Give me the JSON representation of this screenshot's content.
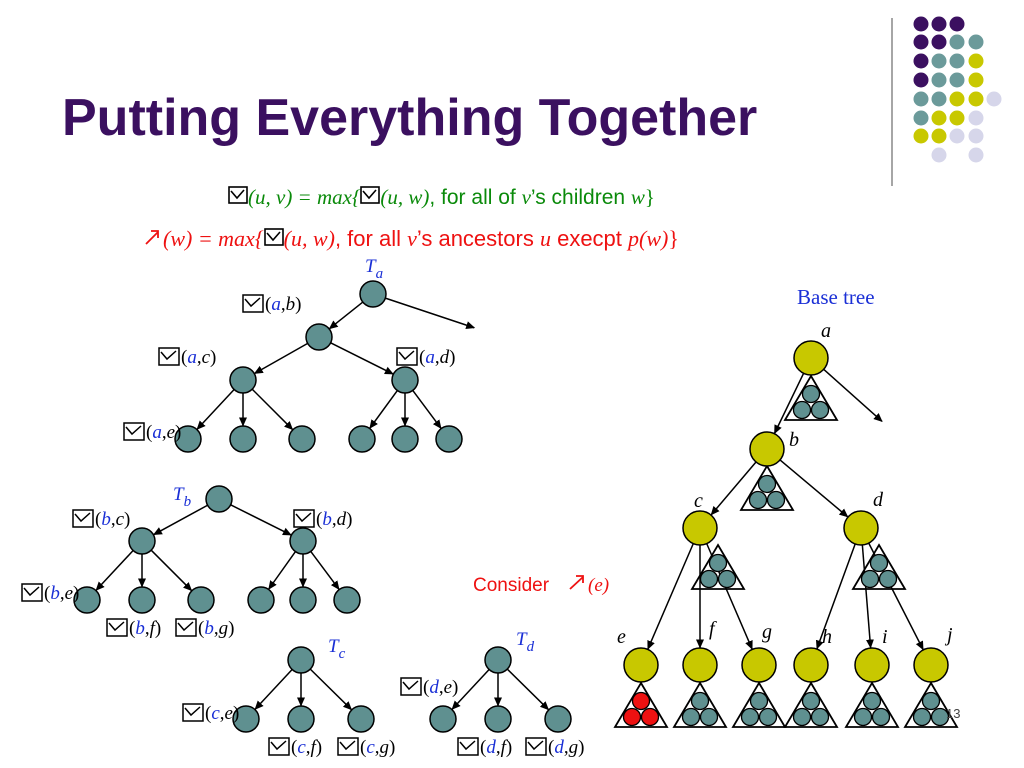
{
  "title": "Putting Everything Together",
  "colors": {
    "title": "#3b1060",
    "node_teal": "#5f9090",
    "node_yellow": "#c8c800",
    "node_red": "#ee1111",
    "formula_green": "#0a8a0a",
    "formula_red": "#ee1111",
    "label_blue": "#1a2fd6",
    "deco_purple": "#3b1060",
    "deco_teal": "#6b9a9a",
    "deco_yellow": "#c8c800",
    "deco_lavender": "#d6d6ea"
  },
  "formula1": {
    "lhs": "(u, v) = max{",
    "mid": "(u, w)",
    "text": ", for all of ",
    "v": "v",
    "poss": "’s children ",
    "w": "w",
    "close": "}"
  },
  "formula2": {
    "lhs": "(w) = max{",
    "mid": "(u, w)",
    "text": ", for all ",
    "v": "v",
    "poss": "’s ancestors ",
    "u": "u",
    "text2": " execpt ",
    "pw": "p(w)",
    "close": "}"
  },
  "trees": {
    "ta": {
      "T": "T",
      "sub": "a"
    },
    "tb": {
      "T": "T",
      "sub": "b"
    },
    "tc": {
      "T": "T",
      "sub": "c"
    },
    "td": {
      "T": "T",
      "sub": "d"
    }
  },
  "pair_labels": {
    "ab": [
      "a",
      "b"
    ],
    "ac": [
      "a",
      "c"
    ],
    "ad": [
      "a",
      "d"
    ],
    "ae": [
      "a",
      "e"
    ],
    "bc": [
      "b",
      "c"
    ],
    "bd": [
      "b",
      "d"
    ],
    "be": [
      "b",
      "e"
    ],
    "bf": [
      "b",
      "f"
    ],
    "bg": [
      "b",
      "g"
    ],
    "ce": [
      "c",
      "e"
    ],
    "cf": [
      "c",
      "f"
    ],
    "cg": [
      "c",
      "g"
    ],
    "de": [
      "d",
      "e"
    ],
    "df": [
      "d",
      "f"
    ],
    "dg": [
      "d",
      "g"
    ]
  },
  "base_tree": {
    "title": "Base tree",
    "node_labels": {
      "a": "a",
      "b": "b",
      "c": "c",
      "d": "d",
      "e": "e",
      "f": "f",
      "g": "g",
      "h": "h",
      "i": "i",
      "j": "j"
    }
  },
  "consider": {
    "text": "Consider ",
    "arg": "(e)"
  },
  "page_number": "13"
}
